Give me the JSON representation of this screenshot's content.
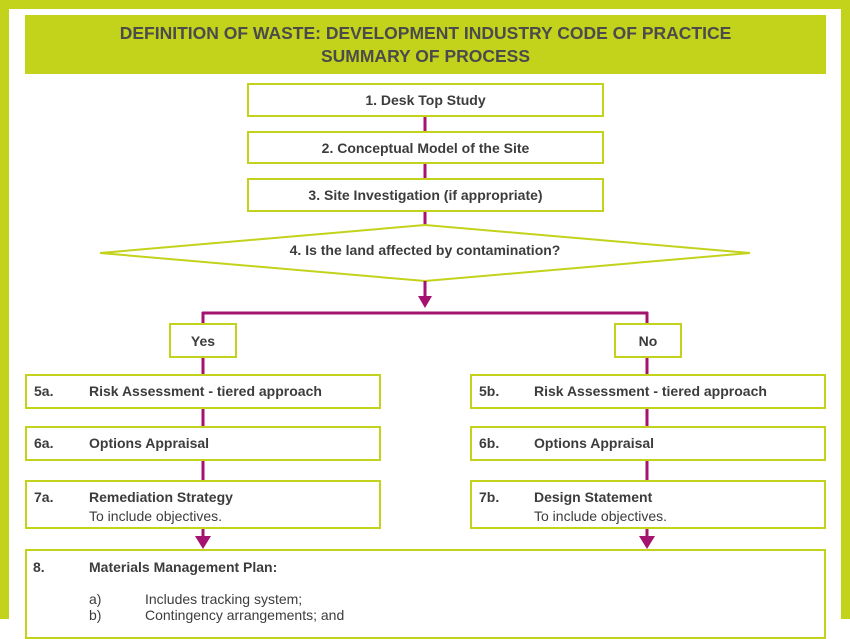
{
  "header": {
    "line1": "DEFINITION OF WASTE: DEVELOPMENT INDUSTRY CODE OF PRACTICE",
    "line2": "SUMMARY OF PROCESS"
  },
  "steps": {
    "s1": "1. Desk Top Study",
    "s2": "2. Conceptual Model of the Site",
    "s3": "3. Site Investigation (if appropriate)",
    "s4": "4. Is the land affected by contamination?"
  },
  "branches": {
    "yes": "Yes",
    "no": "No"
  },
  "left": {
    "s5": {
      "num": "5a.",
      "title": "Risk Assessment - tiered approach"
    },
    "s6": {
      "num": "6a.",
      "title": "Options Appraisal"
    },
    "s7": {
      "num": "7a.",
      "title": "Remediation Strategy",
      "sub": "To include objectives."
    }
  },
  "right": {
    "s5": {
      "num": "5b.",
      "title": "Risk Assessment - tiered approach"
    },
    "s6": {
      "num": "6b.",
      "title": "Options Appraisal"
    },
    "s7": {
      "num": "7b.",
      "title": "Design Statement",
      "sub": "To include objectives."
    }
  },
  "step8": {
    "num": "8.",
    "title": "Materials Management Plan:",
    "items": [
      {
        "marker": "a)",
        "text": "Includes tracking system;"
      },
      {
        "marker": "b)",
        "text": "Contingency arrangements; and"
      }
    ]
  },
  "colors": {
    "accent": "#c3d21b",
    "connector": "#a3136f",
    "text": "#3c3c3c"
  }
}
